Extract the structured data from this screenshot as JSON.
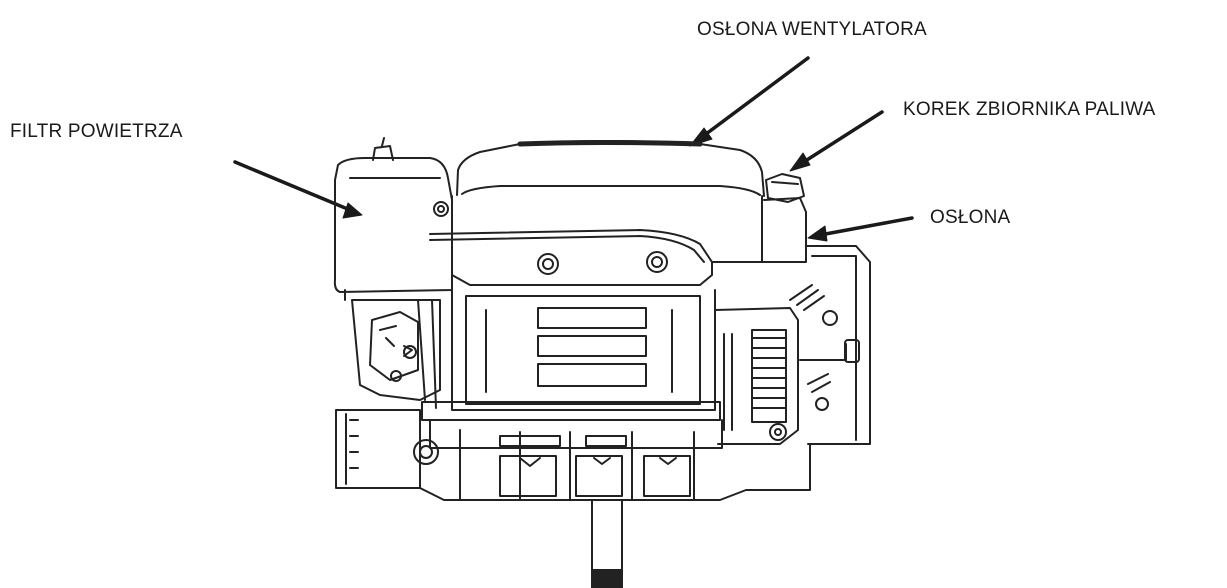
{
  "diagram": {
    "labels": {
      "fan_cover": "OSŁONA WENTYLATORA",
      "fuel_cap": "KOREK ZBIORNIKA PALIWA",
      "air_filter": "FILTR POWIETRZA",
      "shroud": "OSŁONA"
    },
    "colors": {
      "line": "#222222",
      "background": "#ffffff",
      "accent_dark": "#1a1a1a"
    }
  }
}
